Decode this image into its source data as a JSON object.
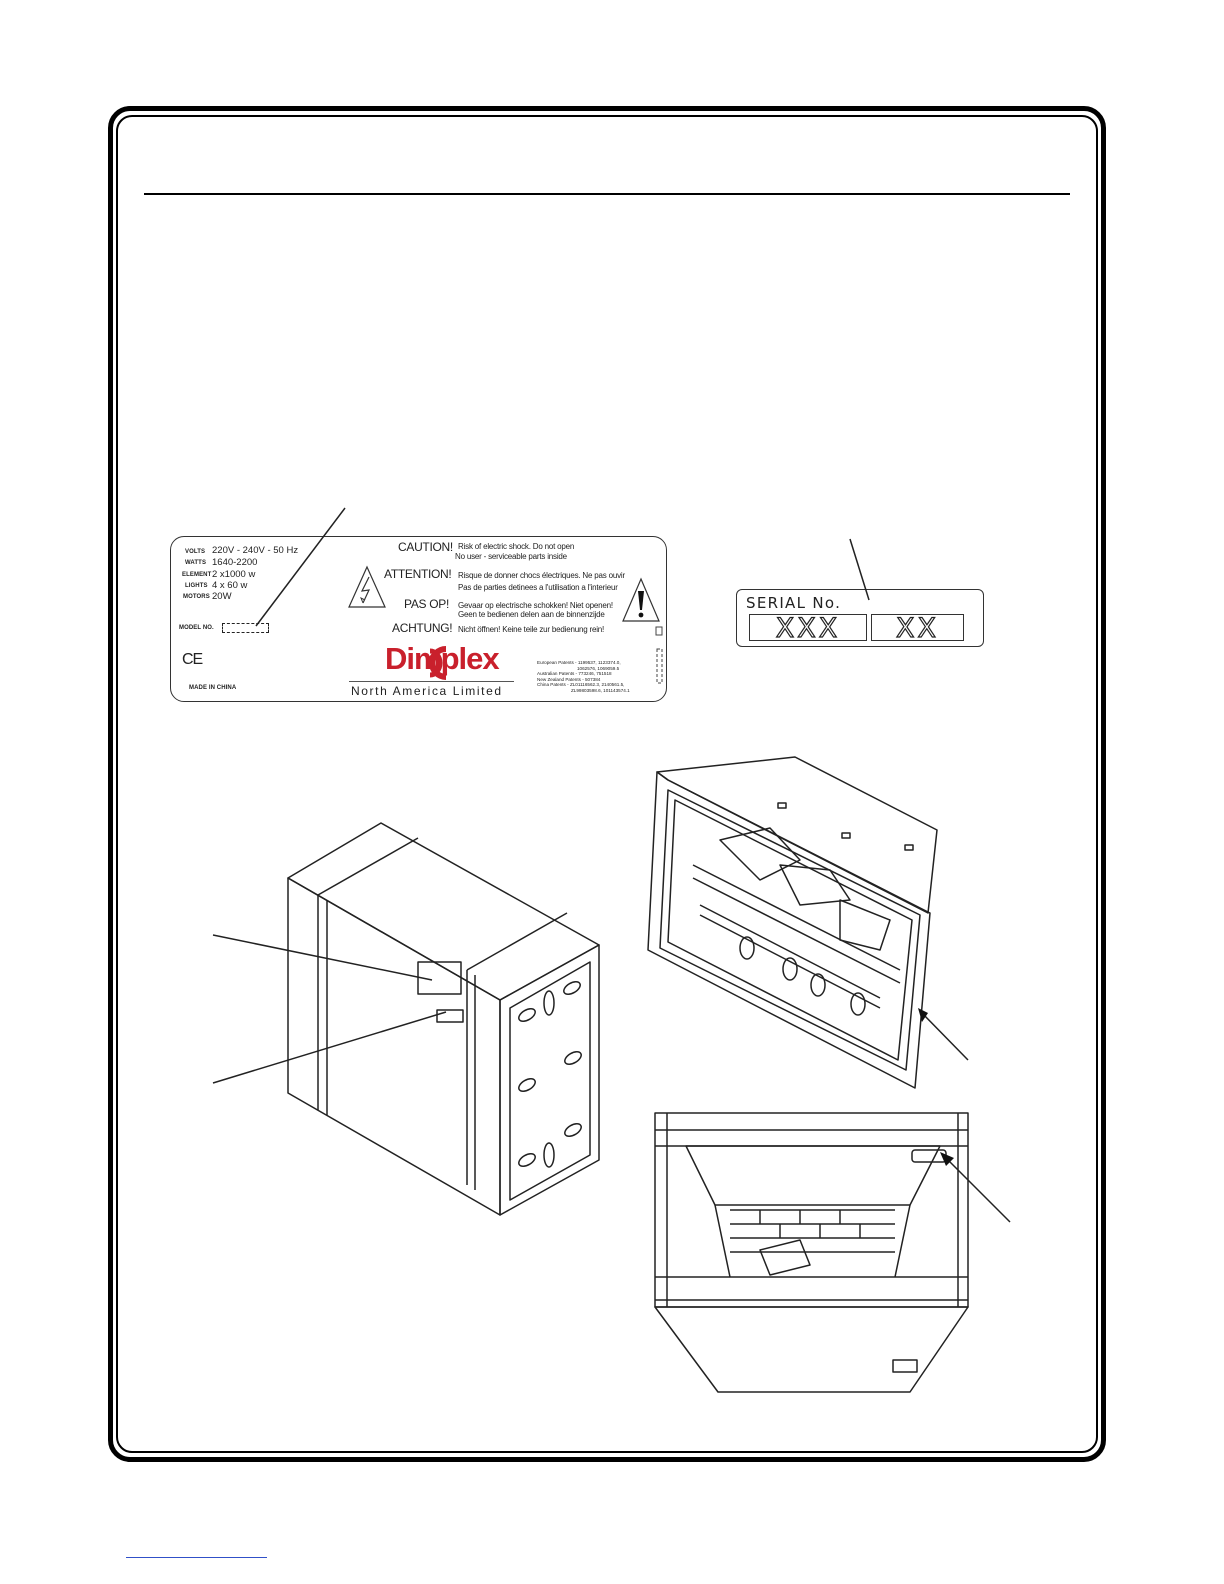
{
  "rating_plate": {
    "volts_label": "VOLTS",
    "volts_value": "220V - 240V - 50 Hz",
    "watts_label": "WATTS",
    "watts_value": "1640-2200",
    "element_label": "ELEMENT",
    "element_value": "2 x1000 w",
    "lights_label": "LIGHTS",
    "lights_value": "4 x 60 w",
    "motors_label": "MOTORS",
    "motors_value": "20W",
    "model_label": "MODEL NO.",
    "ce_mark": "CE",
    "made_in": "MADE IN CHINA",
    "warnings": [
      {
        "word": "CAUTION!",
        "line1": "Risk of electric shock. Do not open",
        "line2": "No user - serviceable parts inside"
      },
      {
        "word": "ATTENTION!",
        "line1": "Risque de donner chocs électriques. Ne pas ouvir",
        "line2": "Pas de parties detinees a l'utilisation a l'interieur"
      },
      {
        "word": "PAS OP!",
        "line1": "Gevaar op electrische schokken! Niet openen!",
        "line2": "Geen te bedienen delen aan de binnenzijde"
      },
      {
        "word": "ACHTUNG!",
        "line1": "Nicht öffnen! Keine teile zur bedienung rein!",
        "line2": ""
      }
    ],
    "brand": "Dimplex",
    "brand_sub": "North America Limited",
    "patents": [
      "European Patents - 1199537, 1123374.0,",
      "1062576, 1069059.5",
      "Australian Patents - 773246, 751518",
      "New Zealand Patents - 507384",
      "China Patents - ZL01116562.3, 2140561.5,",
      "ZL99803598.6, 101143574.1"
    ]
  },
  "serial_label": {
    "label": "SERIAL  No.",
    "part1": "XXX",
    "part2": "XX"
  }
}
